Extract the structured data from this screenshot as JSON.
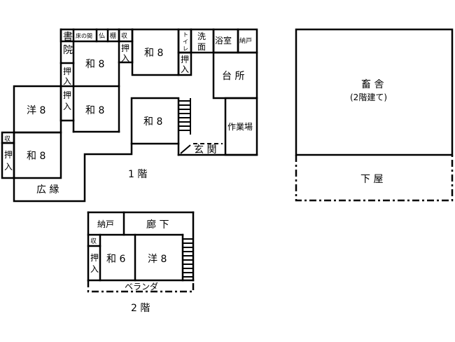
{
  "floor1": {
    "label": "1 階",
    "rooms": {
      "shoin_1": "書",
      "shoin_2": "院",
      "tokonoma": "床の間",
      "butsu": "仏",
      "tana": "棚",
      "osame_top": "収",
      "oshiire_top_1": "押",
      "oshiire_top_2": "入",
      "wa8_top": "和 8",
      "wa8_center_top": "和 8",
      "oshiire_left1_1": "押",
      "oshiire_left1_2": "入",
      "oshiire_left2_1": "押",
      "oshiire_left2_2": "入",
      "wa8_mid": "和 8",
      "you8": "洋 8",
      "osame_left": "収",
      "oshiire_far_1": "押",
      "oshiire_far_2": "入",
      "wa8_bottom": "和 8",
      "hiroen": "広 縁",
      "toilet_1": "ト",
      "toilet_2": "イ",
      "toilet_3": "レ",
      "oshiire_toilet_1": "押",
      "oshiire_toilet_2": "入",
      "senmen_1": "洗",
      "senmen_2": "面",
      "yokushitsu": "浴室",
      "nando": "納戸",
      "daidokoro": "台 所",
      "sagyouba": "作業場",
      "wa8_stair": "和 8",
      "genkan": "玄 関"
    }
  },
  "floor2": {
    "label": "2 階",
    "rooms": {
      "nando": "納戸",
      "rouka": "廊 下",
      "osame": "収",
      "oshiire_1": "押",
      "oshiire_2": "入",
      "wa6": "和 6",
      "you8": "洋 8",
      "veranda": "ベランダ"
    }
  },
  "barn": {
    "title": "畜 舎",
    "subtitle": "(2階建て)",
    "shed": "下 屋"
  }
}
